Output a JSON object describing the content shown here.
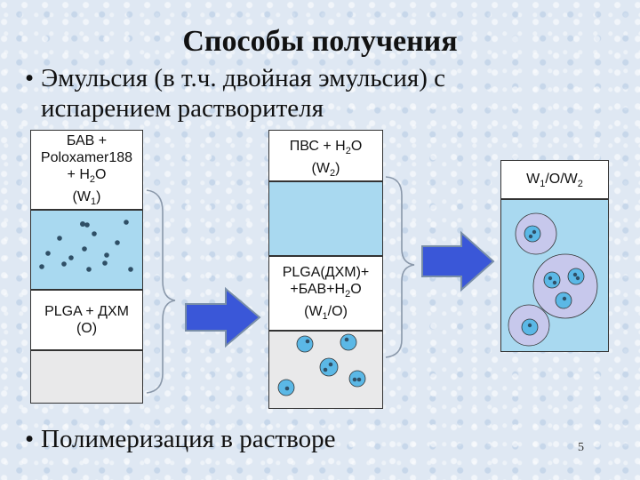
{
  "title": "Способы получения",
  "bullets": {
    "first_line1": "Эмульсия (в т.ч. двойная эмульсия) с",
    "first_line2": "испарением растворителя",
    "second": "Полимеризация в растворе",
    "marker": "•"
  },
  "col1": {
    "top_label": [
      "БАВ +",
      "Poloxamer188",
      "+ H",
      "2",
      "O",
      "(W",
      "1",
      ")"
    ],
    "bottom_label": [
      "PLGA + ДХМ",
      "(O)"
    ]
  },
  "col2": {
    "top_label": [
      "ПВС + H",
      "2",
      "O",
      "(W",
      "2",
      ")"
    ],
    "bottom_label": [
      "PLGA(ДХМ)+",
      "+БАВ+H",
      "2",
      "O",
      "(W",
      "1",
      "/O)"
    ]
  },
  "col3": {
    "label": [
      "W",
      "1",
      "/O/W",
      "2"
    ]
  },
  "page_number": "5",
  "colors": {
    "water_blue": "#a9d9f0",
    "droplet_blue": "#5bb8e6",
    "dot": "#2f4f66",
    "arrow_fill": "#3a57d8",
    "arrow_stroke": "#7a8fa8"
  }
}
